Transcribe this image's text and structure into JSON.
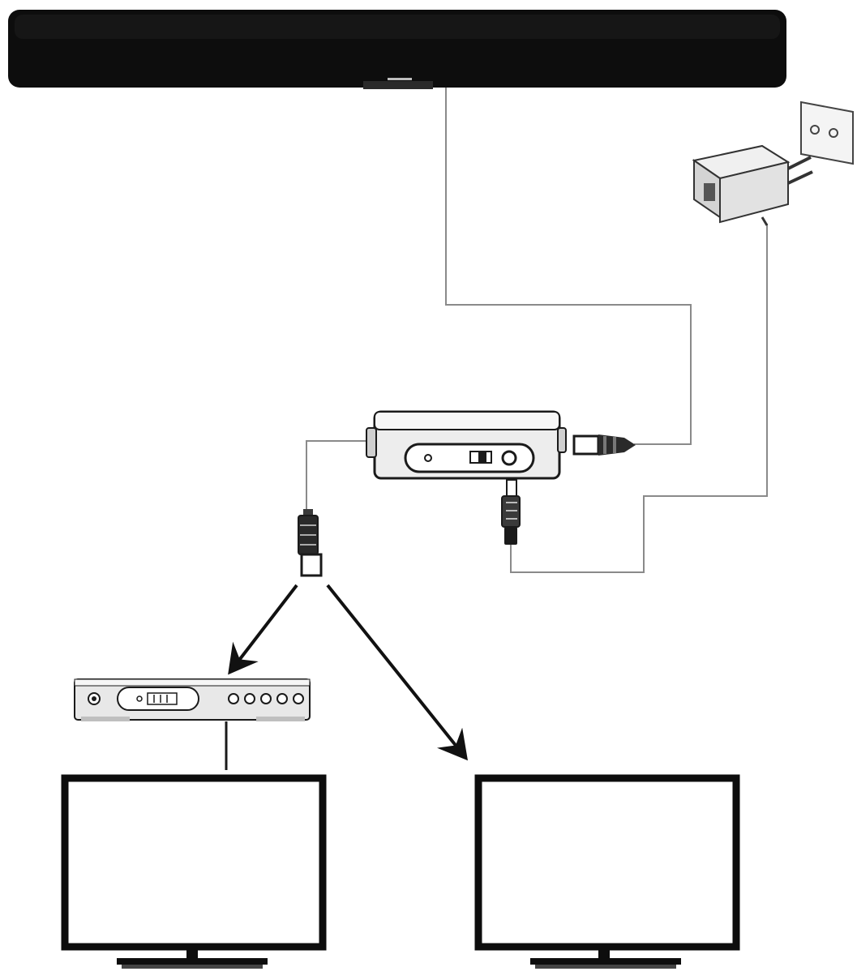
{
  "diagram": {
    "antenna": {
      "label": ""
    },
    "colors": {
      "background": "#ffffff",
      "antenna_body": "#0d0d0d",
      "wire": "#8a8a8a",
      "outline": "#1a1a1a",
      "device_fill": "#e8e8e8",
      "tv_screen": "#ffffff"
    },
    "components": [
      "antenna-bar",
      "wall-socket",
      "power-adapter",
      "amplifier-box",
      "coax-plug",
      "dc-plug",
      "coax-splitter-plug",
      "set-top-box",
      "tv-left",
      "tv-right"
    ]
  }
}
